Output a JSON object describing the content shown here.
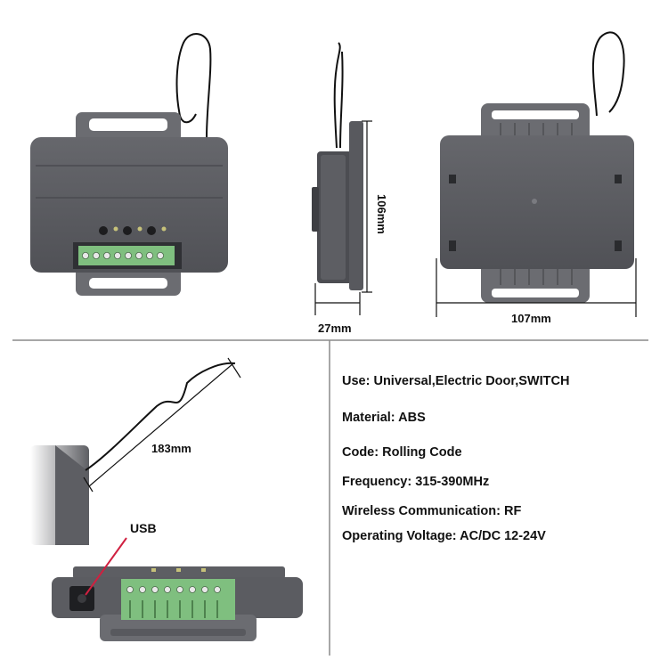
{
  "dimensions": {
    "height": "106mm",
    "depth": "27mm",
    "width": "107mm",
    "antenna": "183mm"
  },
  "callouts": {
    "usb": "USB"
  },
  "specs": [
    {
      "label": "Use:",
      "value": "Universal,Electric Door,SWITCH"
    },
    {
      "label": "Material:",
      "value": "ABS"
    },
    {
      "label": "Code:",
      "value": "Rolling Code"
    },
    {
      "label": "Frequency:",
      "value": "315-390MHz"
    },
    {
      "label": "Wireless Communication:",
      "value": "RF"
    },
    {
      "label": "Operating Voltage:",
      "value": "AC/DC 12-24V"
    }
  ],
  "colors": {
    "device_body": "#5b5c61",
    "device_dark": "#45464a",
    "terminal_green": "#7fbf7f",
    "wire": "#111111",
    "usb_pointer": "#d02040",
    "divider": "#8a8a8a"
  }
}
